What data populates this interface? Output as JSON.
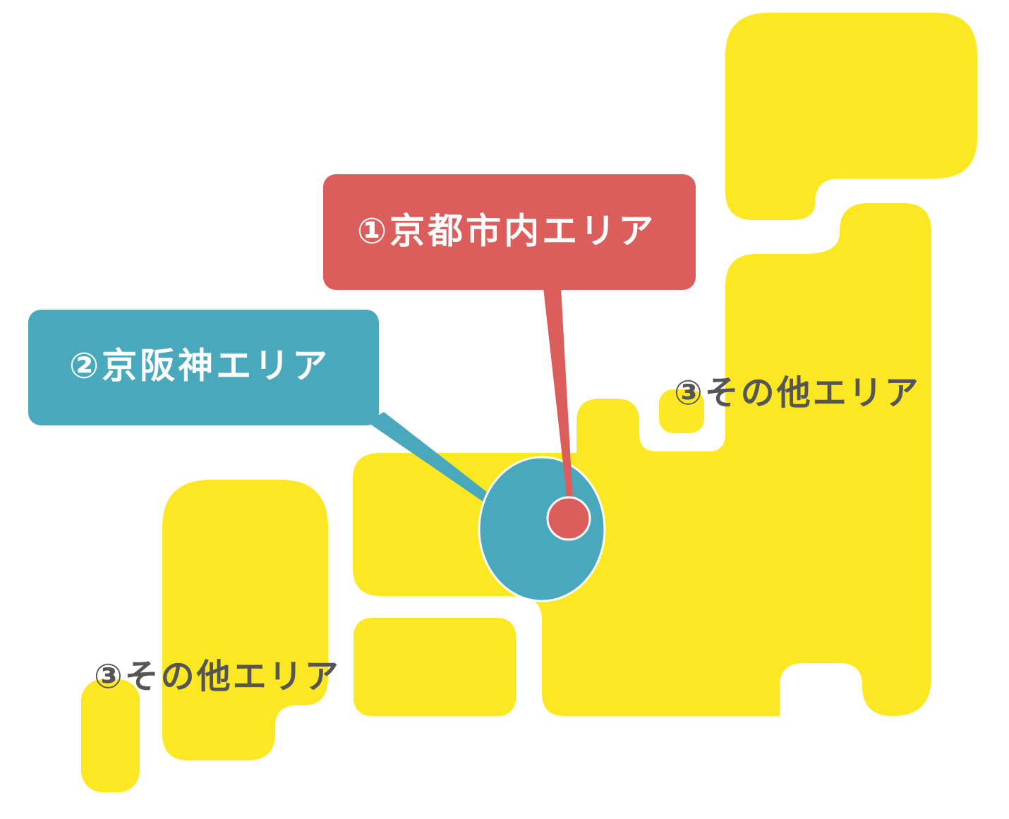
{
  "colors": {
    "land": "#fce723",
    "kyoto_city": "#db5e5c",
    "keihanshin": "#4aa8bd",
    "other_text": "#555555",
    "outline": "#ffffff",
    "background": "#ffffff"
  },
  "areas": {
    "kyoto_city": {
      "label": "①京都市内エリア"
    },
    "keihanshin": {
      "label": "②京阪神エリア"
    },
    "other_east": {
      "label": "③その他エリア"
    },
    "other_west": {
      "label": "③その他エリア"
    }
  }
}
